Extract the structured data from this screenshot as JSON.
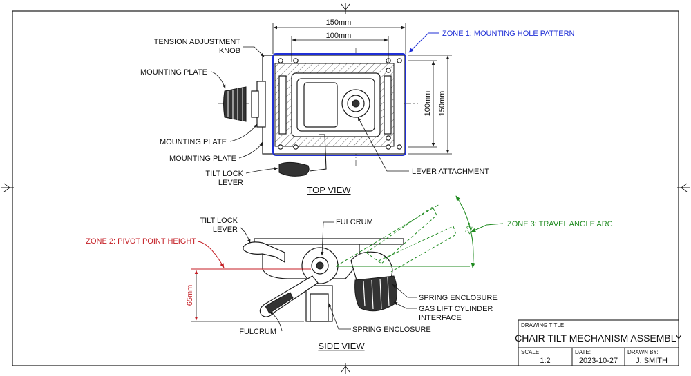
{
  "views": {
    "top_view_title": "TOP VIEW",
    "side_view_title": "SIDE VIEW"
  },
  "top_view": {
    "dim_outer": "150mm",
    "dim_inner": "100mm",
    "dim_inner_vertical": "100mm",
    "dim_outer_vertical": "150mm",
    "label_tension_line1": "TENSION ADJUSTMENT",
    "label_tension_line2": "KNOB",
    "label_mounting_plate_1": "MOUNTING PLATE",
    "label_mounting_plate_2": "MOUNTING PLATE",
    "label_mounting_plate_3": "MOUNTING PLATE",
    "label_tilt_lock_line1": "TILT LOCK",
    "label_tilt_lock_line2": "LEVER",
    "label_lever_attachment": "LEVER ATTACHMENT",
    "zone1_label": "ZONE 1: MOUNTING HOLE PATTERN"
  },
  "side_view": {
    "label_tilt_lock_line1": "TILT LOCK",
    "label_tilt_lock_line2": "LEVER",
    "label_fulcrum_top": "FULCRUM",
    "label_fulcrum_bottom": "FULCRUM",
    "zone2_label": "ZONE 2: PIVOT POINT HEIGHT",
    "zone3_label": "ZONE 3: TRAVEL ANGLE ARC",
    "angle": "22°",
    "height_dim": "65mm",
    "label_spring_enclosure_1": "SPRING ENCLOSURE",
    "label_gas_lift_line1": "GAS LIFT CYLINDER",
    "label_gas_lift_line2": "INTERFACE",
    "label_spring_enclosure_2": "SPRING ENCLOSURE"
  },
  "title_block": {
    "drawing_title_label": "DRAWING TITLE:",
    "drawing_title": "CHAIR TILT MECHANISM ASSEMBLY",
    "scale_label": "SCALE:",
    "scale": "1:2",
    "date_label": "DATE:",
    "date": "2023-10-27",
    "drawn_by_label": "DRAWN BY:",
    "drawn_by": "J. SMITH"
  },
  "colors": {
    "zone1": "#1f2fd6",
    "zone2": "#c41e24",
    "zone3": "#1e8a1e",
    "line": "#1a1a1a"
  }
}
